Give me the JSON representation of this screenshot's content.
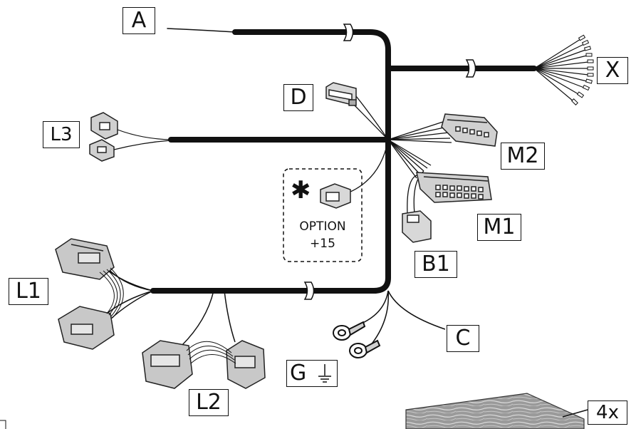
{
  "labels": {
    "a": "A",
    "x": "X",
    "d": "D",
    "l3": "L3",
    "m2": "M2",
    "m1": "M1",
    "b1": "B1",
    "l1": "L1",
    "l2": "L2",
    "c": "C",
    "g": "G",
    "qty": "4x"
  },
  "option": {
    "star": "✱",
    "line1": "OPTION",
    "line2": "+15"
  },
  "colors": {
    "cable": "#111111",
    "connector_fill": "#d0d0d0",
    "connector_stroke": "#222222",
    "pad": "#8a8a8a"
  },
  "icons": {
    "ground": "ground-icon",
    "asterisk": "asterisk-icon"
  }
}
